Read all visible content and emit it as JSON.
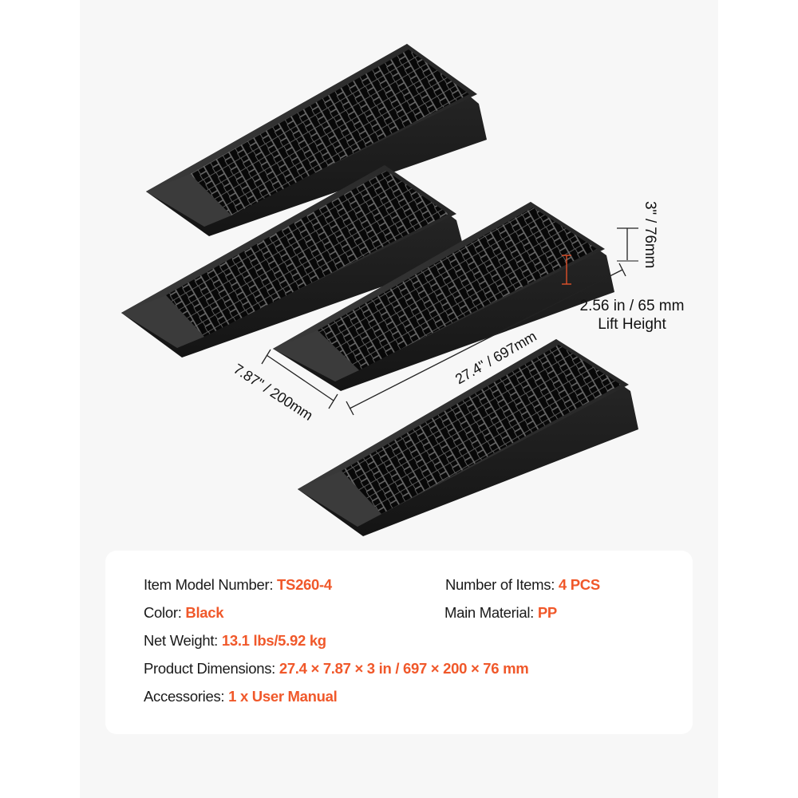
{
  "annotations": {
    "height_total": "3\" / 76mm",
    "lift_height_value": "2.56 in / 65 mm",
    "lift_height_label": "Lift Height",
    "length": "27.4\" / 697mm",
    "width": "7.87\" / 200mm"
  },
  "specs": {
    "model": {
      "label": "Item Model Number:",
      "value": "TS260-4"
    },
    "items": {
      "label": "Number of Items:",
      "value": "4 PCS"
    },
    "color": {
      "label": "Color:",
      "value": "Black"
    },
    "material": {
      "label": "Main Material:",
      "value": "PP"
    },
    "weight": {
      "label": "Net Weight:",
      "value": "13.1 lbs/5.92 kg"
    },
    "dimensions": {
      "label": "Product Dimensions:",
      "value": "27.4 × 7.87 × 3 in / 697 × 200 × 76 mm"
    },
    "accessories": {
      "label": "Accessories:",
      "value": "1 x User Manual"
    }
  },
  "colors": {
    "accent": "#f0582a",
    "panel_bg": "#f7f7f7",
    "card_bg": "#ffffff",
    "ramp": "#1c1c1c"
  },
  "product": {
    "count": 4,
    "name": "car ramps"
  }
}
